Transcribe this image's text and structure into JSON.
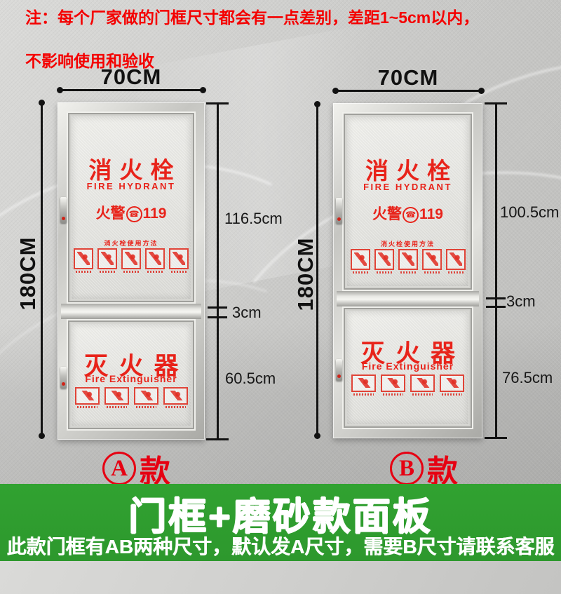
{
  "note": {
    "line1": "注：每个厂家做的门框尺寸都会有一点差别，差距1~5cm以内，",
    "line2": "不影响使用和验收"
  },
  "door_text": {
    "hydrant_cn": "消火栓",
    "hydrant_en": "FIRE HYDRANT",
    "alarm_prefix": "火警",
    "alarm_phone_icon": "☎",
    "alarm_number": "119",
    "usage_title": "消火栓使用方法",
    "extinguisher_cn": "灭火器",
    "extinguisher_en": "Fire Extinguisher"
  },
  "cabinet_a": {
    "width_dim": "70CM",
    "height_dim": "180CM",
    "upper_dim": "116.5cm",
    "gap_dim": "3cm",
    "lower_dim": "60.5cm",
    "variant_letter": "A",
    "variant_word": "款"
  },
  "cabinet_b": {
    "width_dim": "70CM",
    "height_dim": "180CM",
    "upper_dim": "100.5cm",
    "gap_dim": "3cm",
    "lower_dim": "76.5cm",
    "variant_letter": "B",
    "variant_word": "款"
  },
  "banner": {
    "title": "门框+磨砂款面板",
    "subtitle": "此款门框有AB两种尺寸，默认发A尺寸，需要B尺寸请联系客服"
  },
  "colors": {
    "note_red": "#f40000",
    "cabinet_text_red": "#e8231a",
    "variant_red": "#e60012",
    "dimension_black": "#121212",
    "banner_green": "#2e9b2e",
    "frame_silver": "#d9d9d5",
    "frosted_panel": "#e9e9e5"
  }
}
